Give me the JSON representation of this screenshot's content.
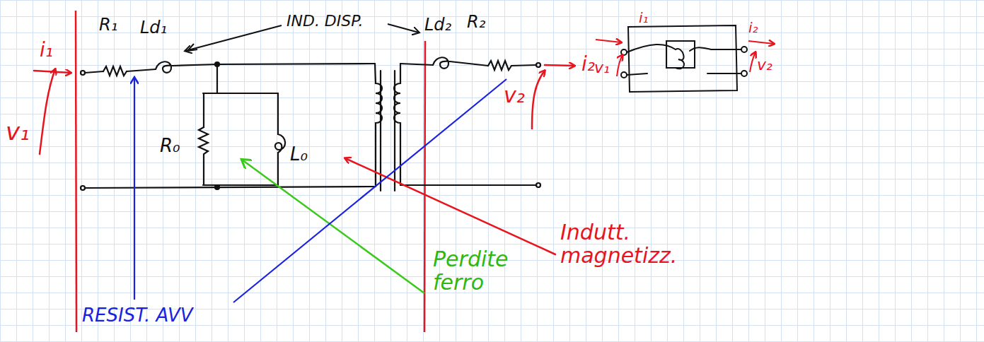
{
  "diagram": {
    "labels": [
      "i₁",
      "v₁",
      "R₁",
      "Ld₁",
      "IND. DISP.",
      "Ld₂",
      "R₂",
      "i₂",
      "v₂",
      "R₀",
      "L₀",
      "Perdite ferro",
      "Indutt. magnetizz.",
      "RESIST. AVV",
      "i₁",
      "i₂",
      "v₁",
      "v₂"
    ]
  }
}
